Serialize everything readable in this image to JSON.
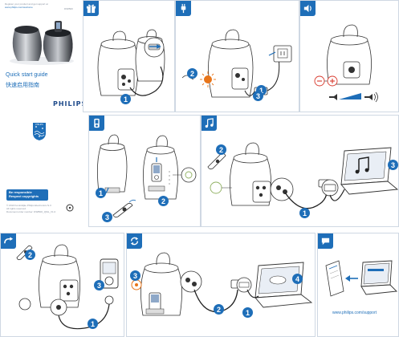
{
  "cover": {
    "header_line1": "Register your product and get support at",
    "header_line2": "www.philips.com/welcome",
    "model": "DS8500",
    "title_en": "Quick start guide",
    "title_cn": "快速启用指南",
    "brand": "PHILIPS",
    "shield_brand": "PHILIPS",
    "be_responsible_line1": "Be responsible",
    "be_responsible_line2": "Respect copyrights",
    "footer_lines": [
      "© 2010 Koninklijke Philips Electronics N.V.",
      "All rights reserved.",
      "Document order number: DS8500_QSG_V1.0"
    ]
  },
  "panels": {
    "p1_step": "1",
    "p2_steps": [
      "1",
      "2",
      "3"
    ],
    "p4_steps": [
      "1",
      "2",
      "3"
    ],
    "p5_steps": [
      "1",
      "2",
      "3"
    ],
    "p6_steps": [
      "1",
      "2",
      "3"
    ],
    "p7_steps": [
      "1",
      "2",
      "3",
      "4"
    ],
    "support_url": "www.philips.com/support"
  },
  "icons": {
    "p1": "gift-icon",
    "p2": "plug-icon",
    "p3": "speaker-volume-icon",
    "p4": "ipod-icon",
    "p5": "music-note-icon",
    "p6": "connect-icon",
    "p7": "sync-icon",
    "p8": "help-speech-icon"
  },
  "colors": {
    "accent_blue": "#1e6eb8",
    "orange": "#e8751a",
    "volume_red": "#d8372b"
  }
}
